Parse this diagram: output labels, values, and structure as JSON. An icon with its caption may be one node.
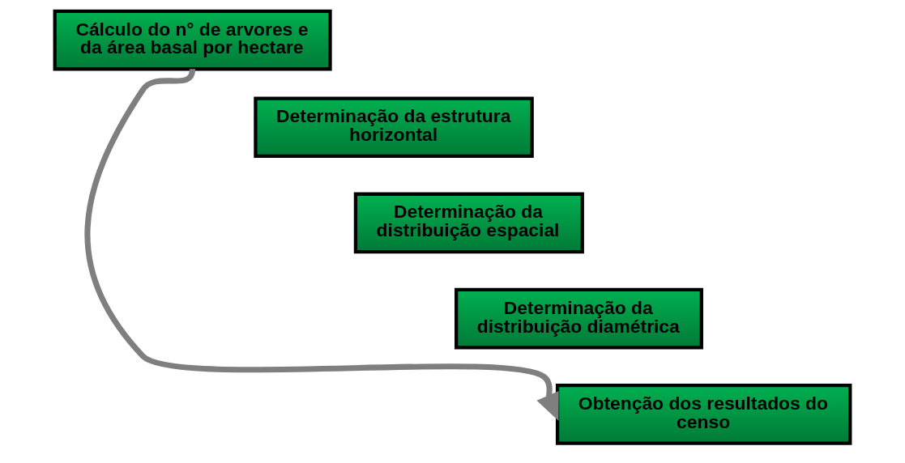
{
  "diagram": {
    "nodes": [
      {
        "text": [
          "Cálculo do n° de arvores e da área basal por hectare"
        ]
      },
      {
        "text": [
          "Determinação da estrutura horizontal"
        ]
      },
      {
        "text": [
          "Determinação da distribuição espacial"
        ]
      },
      {
        "text": [
          "Determinação da distribuição diamétrica"
        ]
      },
      {
        "text": [
          "Obtenção dos resultados do censo"
        ]
      }
    ],
    "edges": [
      {
        "from": 0,
        "to": 4,
        "arrow": "to"
      }
    ]
  }
}
